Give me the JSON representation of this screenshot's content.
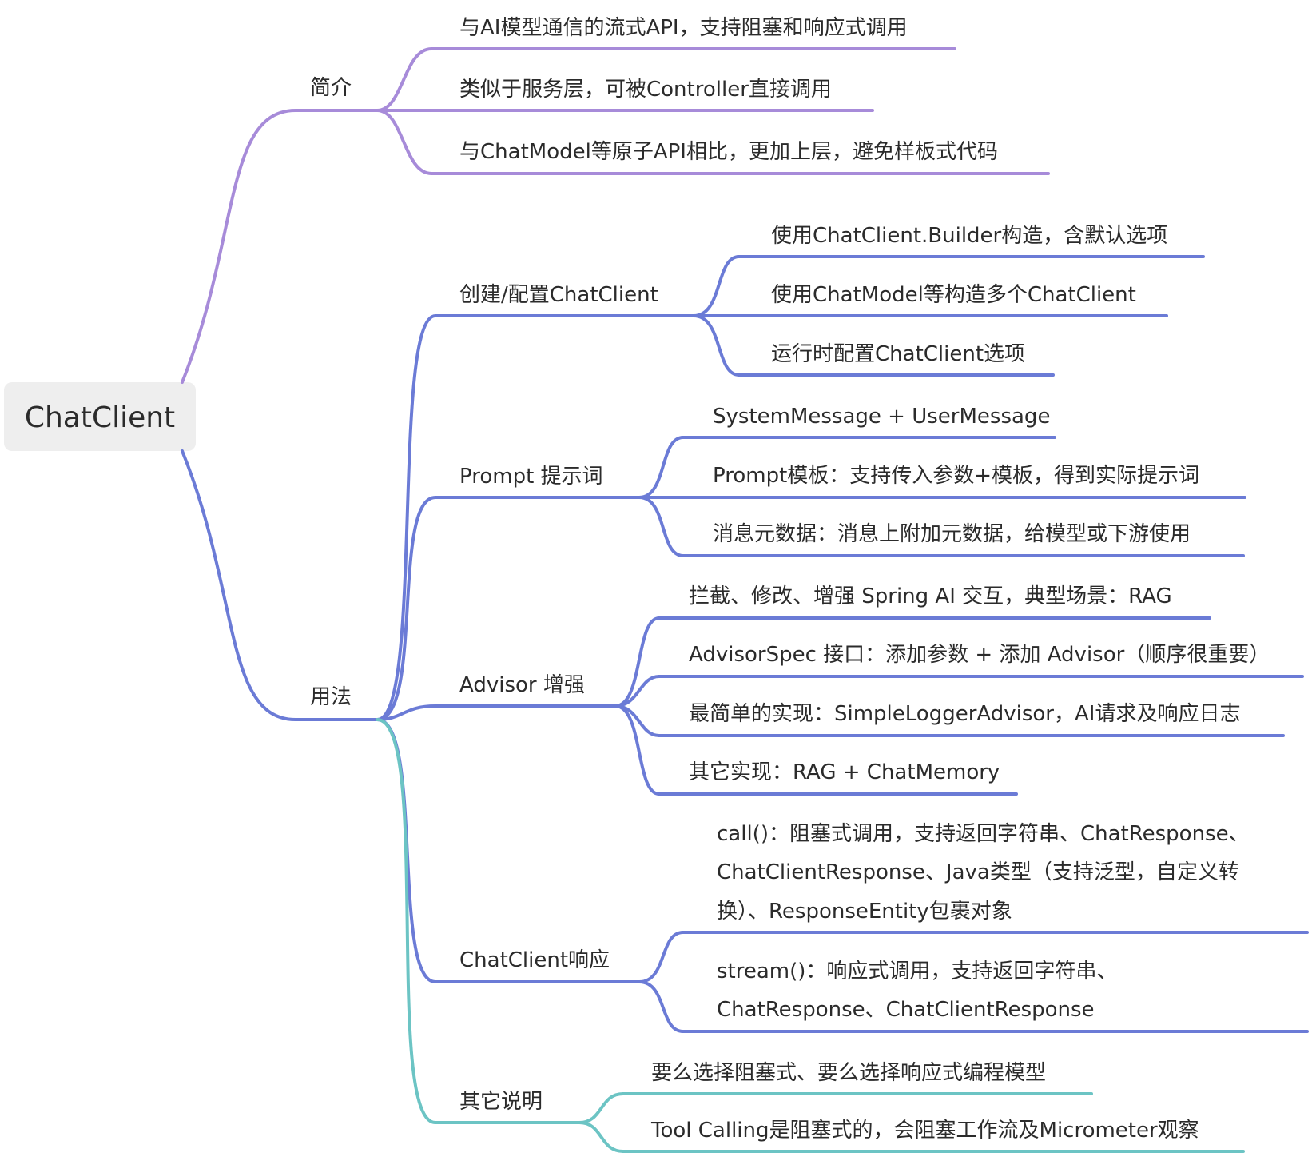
{
  "colors": {
    "intro": "#a78bd9",
    "usage": "#6b7bd6",
    "other": "#6cc4c4",
    "root_bg": "#eeeeee",
    "text": "#2b2b2b"
  },
  "root": {
    "label": "ChatClient"
  },
  "intro": {
    "label": "简介",
    "items": [
      "与AI模型通信的流式API，支持阻塞和响应式调用",
      "类似于服务层，可被Controller直接调用",
      "与ChatModel等原子API相比，更加上层，避免样板式代码"
    ]
  },
  "usage": {
    "label": "用法",
    "config": {
      "label": "创建/配置ChatClient",
      "items": [
        "使用ChatClient.Builder构造，含默认选项",
        "使用ChatModel等构造多个ChatClient",
        "运行时配置ChatClient选项"
      ]
    },
    "prompt": {
      "label": "Prompt 提示词",
      "items": [
        "SystemMessage + UserMessage",
        "Prompt模板：支持传入参数+模板，得到实际提示词",
        "消息元数据：消息上附加元数据，给模型或下游使用"
      ]
    },
    "advisor": {
      "label": "Advisor 增强",
      "items": [
        "拦截、修改、增强 Spring AI 交互，典型场景：RAG",
        "AdvisorSpec 接口：添加参数 + 添加 Advisor（顺序很重要）",
        "最简单的实现：SimpleLoggerAdvisor，AI请求及响应日志",
        "其它实现：RAG + ChatMemory"
      ]
    },
    "response": {
      "label": "ChatClient响应",
      "call_lines": [
        "call()：阻塞式调用，支持返回字符串、ChatResponse、",
        "ChatClientResponse、Java类型（支持泛型，自定义转",
        "换）、ResponseEntity包裹对象"
      ],
      "stream_lines": [
        "stream()：响应式调用，支持返回字符串、",
        "ChatResponse、ChatClientResponse"
      ]
    },
    "other": {
      "label": "其它说明",
      "items": [
        "要么选择阻塞式、要么选择响应式编程模型",
        "Tool Calling是阻塞式的，会阻塞工作流及Micrometer观察"
      ]
    }
  }
}
